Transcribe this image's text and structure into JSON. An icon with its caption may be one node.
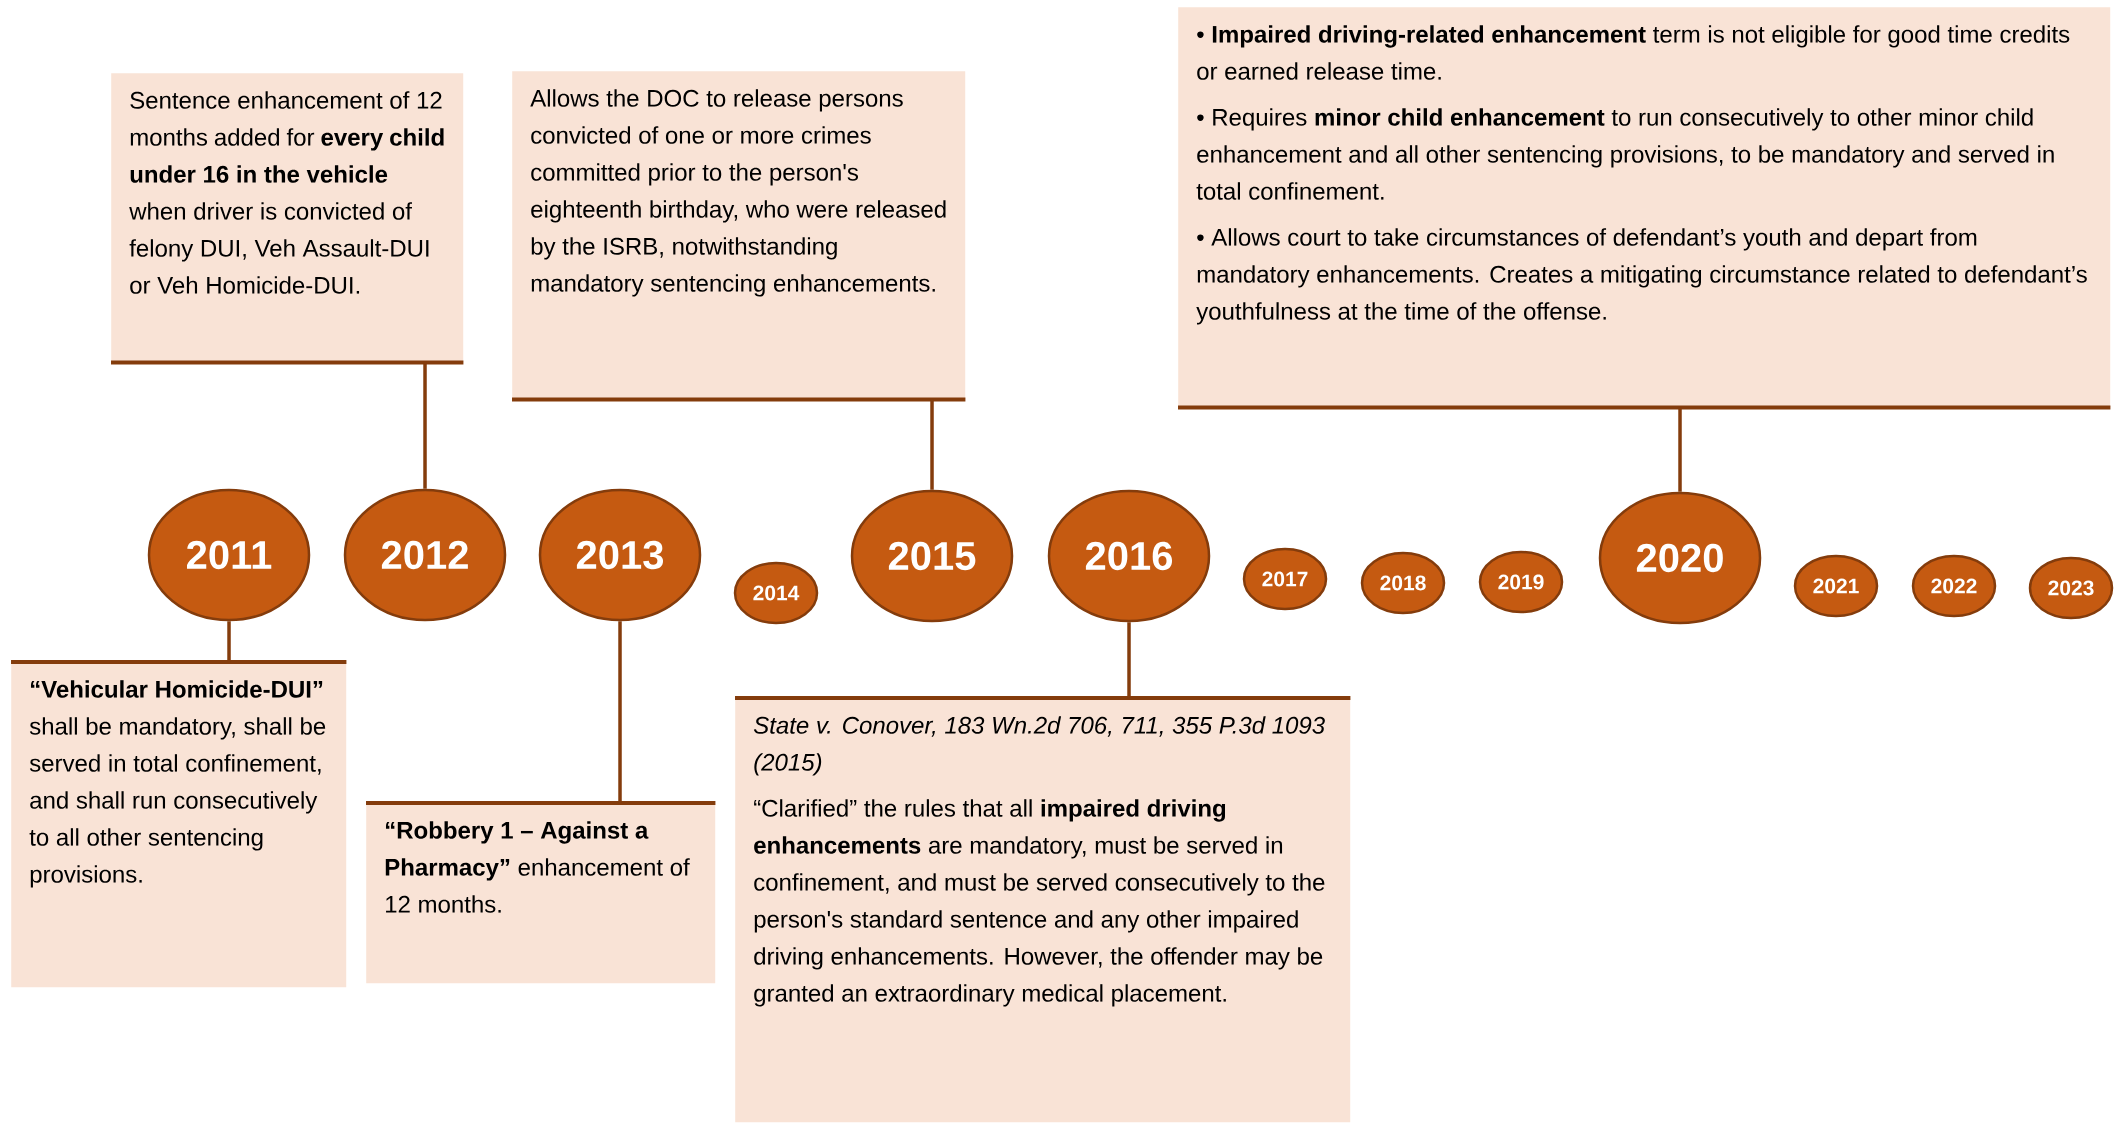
{
  "diagram": {
    "nodes": [
      {
        "text": [
          "Sentence enhancement of 12 months added for **every child under 16 in the vehicle** when driver is convicted of felony DUI, Veh Assault-DUI or Veh Homicide-DUI."
        ]
      },
      {
        "text": [
          "Allows the DOC to release persons convicted of one or more crimes committed prior to the person's eighteenth birthday, who were released by the ISRB, notwithstanding mandatory sentencing enhancements."
        ]
      },
      {
        "text": [
          "• **Impaired driving-related enhancement** term is not eligible for good time credits or earned release time.",
          "• Requires **minor child enhancement** to run consecutively to other minor child enhancement and all other sentencing provisions, to be mandatory and served in total confinement.",
          "• Allows court to take circumstances of defendant’s youth and depart from mandatory enhancements. Creates a mitigating circumstance related to defendant’s youthfulness at the time of the offense."
        ]
      },
      {
        "text": [
          "2011"
        ]
      },
      {
        "text": [
          "2012"
        ]
      },
      {
        "text": [
          "2013"
        ]
      },
      {
        "text": [
          "2014"
        ]
      },
      {
        "text": [
          "2015"
        ]
      },
      {
        "text": [
          "2016"
        ]
      },
      {
        "text": [
          "2017"
        ]
      },
      {
        "text": [
          "2018"
        ]
      },
      {
        "text": [
          "2019"
        ]
      },
      {
        "text": [
          "2020"
        ]
      },
      {
        "text": [
          "2021"
        ]
      },
      {
        "text": [
          "2022"
        ]
      },
      {
        "text": [
          "2023"
        ]
      },
      {
        "text": [
          "**“Vehicular Homicide-DUI”** shall be mandatory, shall be served in total confinement, and shall run consecutively to all other sentencing provisions."
        ]
      },
      {
        "text": [
          "**“Robbery 1 – Against a Pharmacy”** enhancement of 12 months."
        ]
      },
      {
        "text": [
          "State v. Conover, 183 Wn.2d 706, 711, 355 P.3d 1093 (2015)",
          "“Clarified” the rules that all **impaired driving enhancements** are mandatory, must be served in confinement, and must be served consecutively to the person's standard sentence and any other impaired driving enhancements. However, the offender may be granted an extraordinary medical placement."
        ]
      }
    ],
    "edges": [
      {
        "from": 0,
        "to": 4,
        "arrow": "none"
      },
      {
        "from": 1,
        "to": 7,
        "arrow": "none"
      },
      {
        "from": 2,
        "to": 12,
        "arrow": "none"
      },
      {
        "from": 16,
        "to": 3,
        "arrow": "none"
      },
      {
        "from": 17,
        "to": 5,
        "arrow": "none"
      },
      {
        "from": 18,
        "to": 8,
        "arrow": "none"
      }
    ]
  }
}
